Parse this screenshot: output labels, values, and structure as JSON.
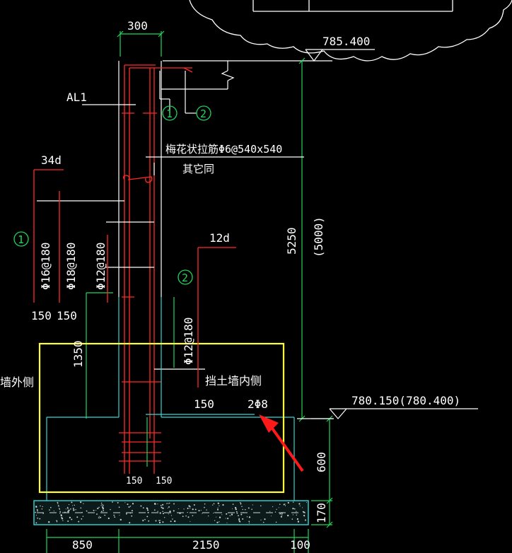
{
  "colors": {
    "background": "#000000",
    "white": "#ffffff",
    "red": "#ff2a2a",
    "green": "#1fd65a",
    "cyan": "#35d6d6",
    "yellow": "#ffff33",
    "arrow": "#ff1a1a"
  },
  "labels": {
    "dim_top": "300",
    "elev_top": "785.400",
    "al1": "AL1",
    "circle1": "1",
    "circle2": "2",
    "tie_bar_note": "梅花状拉筋Φ6@540x540",
    "other_same": "其它同",
    "len_34d": "34d",
    "len_12d": "12d",
    "bar_16": "Φ16@180",
    "bar_18": "Φ18@180",
    "bar_12_left": "Φ12@180",
    "bar_12_right": "Φ12@180",
    "dim_150_left_a": "150",
    "dim_150_left_b": "150",
    "dim_5250": "5250",
    "dim_5000": "(5000)",
    "dim_1350": "1350",
    "wall_outer": "墙外侧",
    "wall_inner": "挡土墙内侧",
    "dim_150_mid": "150",
    "bars_2phi8": "2Φ8",
    "elev_bottom": "780.150(780.400)",
    "dim_600": "600",
    "dim_150_small_a": "150",
    "dim_150_small_b": "150",
    "dim_170": "170",
    "dim_850": "850",
    "dim_2150": "2150",
    "dim_100": "100"
  }
}
